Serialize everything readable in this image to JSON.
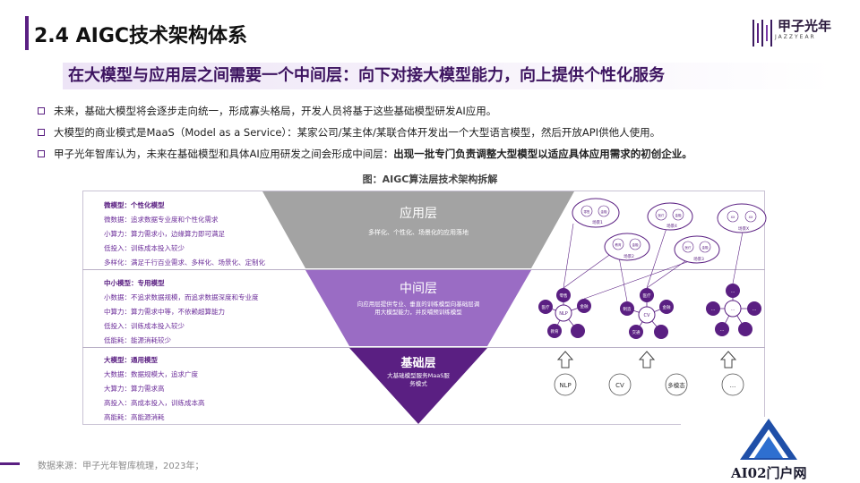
{
  "header": {
    "title": "2.4 AIGC技术架构体系",
    "logo_text": "甲子光年",
    "logo_sub": "JAZZYEAR"
  },
  "subtitle": "在大模型与应用层之间需要一个中间层：向下对接大模型能力，向上提供个性化服务",
  "bullets": [
    {
      "text": "未来，基础大模型将会逐步走向统一，形成寡头格局，开发人员将基于这些基础模型研发AI应用。",
      "bold": ""
    },
    {
      "text": "大模型的商业模式是MaaS（Model   as a Service）：某家公司/某主体/某联合体开发出一个大型语言模型，然后开放API供他人使用。",
      "bold": ""
    },
    {
      "text": "甲子光年智库认为，未来在基础模型和具体AI应用研发之间会形成中间层：",
      "bold": "出现一批专门负责调整大型模型以适应具体应用需求的初创企业。"
    }
  ],
  "figure": {
    "title": "图：AIGC算法层技术架构拆解",
    "layers": [
      {
        "heading": "微模型：个性化模型",
        "items": [
          "微数据：追求数据专业度和个性化需求",
          "小算力：算力需求小，边缘算力即可满足",
          "低投入：训练成本投入较少",
          "多样化：满足千行百业需求、多样化、场景化、定制化"
        ],
        "name": "应用层",
        "desc": "多样化、个性化、场景化的应用落地"
      },
      {
        "heading": "中小模型：专用模型",
        "items": [
          "小数据：不追求数据规模，而追求数据深度和专业度",
          "中算力：算力需求中等，不依赖超算能力",
          "低投入：训练成本投入较少",
          "低能耗：能源消耗较少"
        ],
        "name": "中间层",
        "desc": "向应用层提供专业、垂直的训练模型向基础层调用大模型能力，并反哺预训练模型"
      },
      {
        "heading": "大模型：通用模型",
        "items": [
          "大数据：数据规模大，追求广度",
          "大算力：算力需求高",
          "高投入：高成本投入，训练成本高",
          "高能耗：高能源消耗"
        ],
        "name": "基础层",
        "desc": "大基础模型服务MaaS服务模式"
      }
    ],
    "base_models": [
      "NLP",
      "CV",
      "多模态",
      "..."
    ],
    "mid_nodes": {
      "nlp": [
        "零售",
        "金融",
        "医疗",
        "教育",
        "NLP"
      ],
      "cv": [
        "医疗",
        "金融",
        "制造",
        "交通",
        "CV"
      ],
      "other": [
        "...",
        "...",
        "...",
        "...",
        "..."
      ]
    },
    "app_clusters": [
      {
        "label": "场景1",
        "nodes": [
          "零售",
          "金融"
        ]
      },
      {
        "label": "场景4",
        "nodes": [
          "医疗",
          "金融"
        ]
      },
      {
        "label": "场景X",
        "nodes": [
          "XX",
          "XX"
        ]
      },
      {
        "label": "场景2",
        "nodes": [
          "教育",
          "金融"
        ]
      },
      {
        "label": "场景3",
        "nodes": [
          "医疗",
          "金融"
        ]
      }
    ]
  },
  "source": "数据来源：甲子光年智库梳理，2023年；",
  "badge": {
    "text": "AI02门户网"
  },
  "colors": {
    "accent": "#5a1f82",
    "top": "#9a9a9a",
    "mid": "#8e5bb8",
    "base": "#5a1f82"
  }
}
